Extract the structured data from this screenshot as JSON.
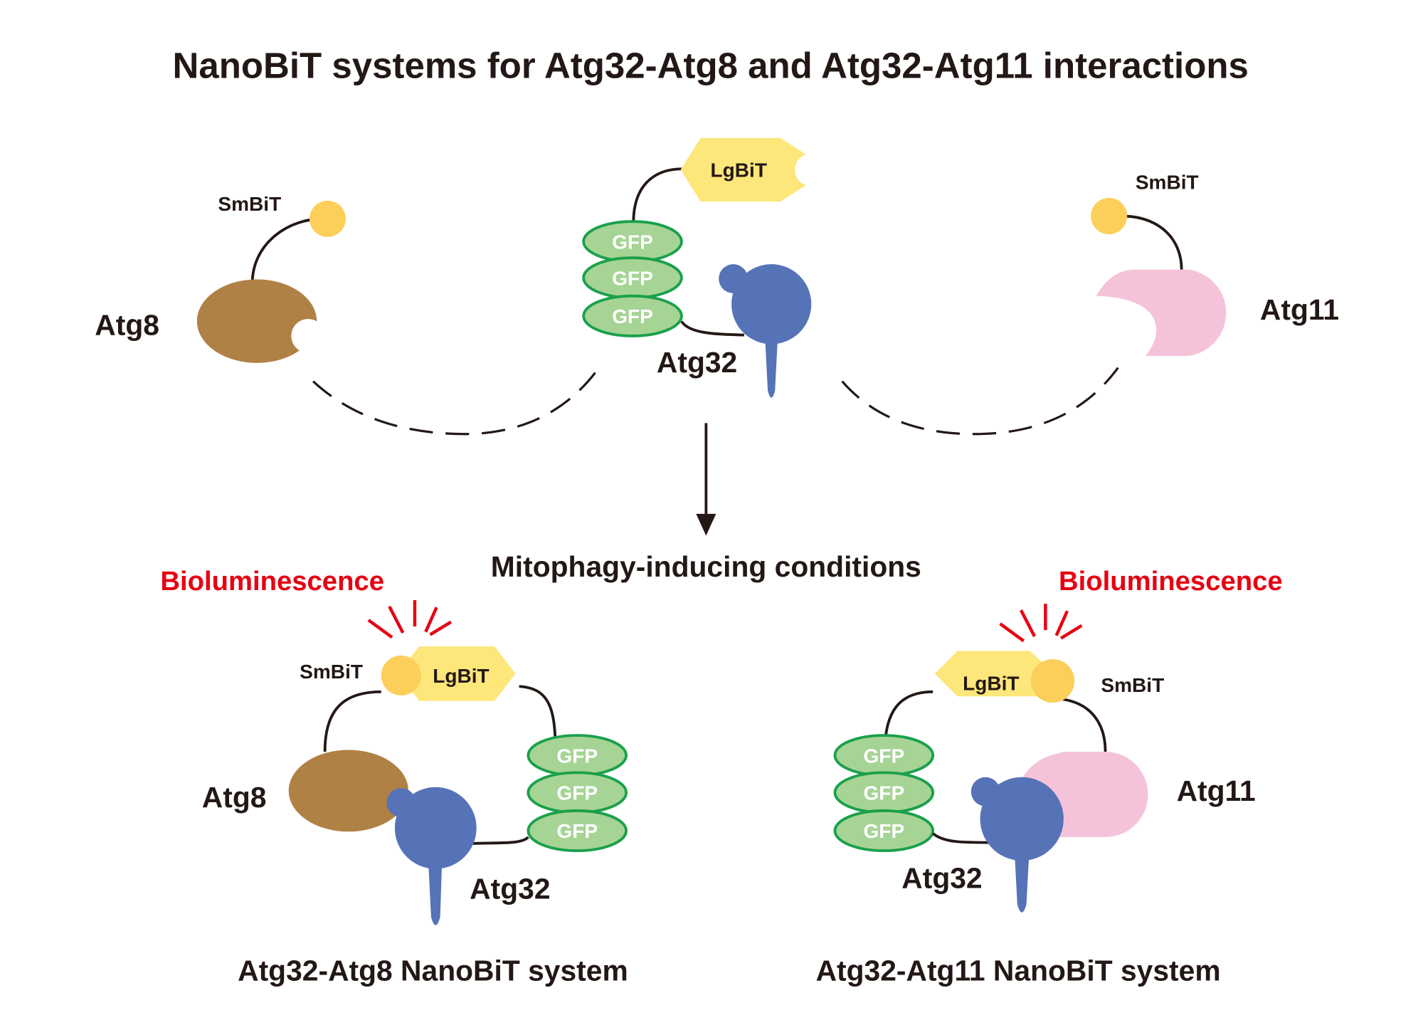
{
  "title": "NanoBiT systems for Atg32-Atg8 and Atg32-Atg11 interactions",
  "colors": {
    "atg8": "#b08144",
    "atg11": "#f5c3d9",
    "atg32": "#5673b8",
    "lgbit": "#fde67a",
    "smbit": "#fbcf5a",
    "gfp_fill": "#a6d495",
    "gfp_stroke": "#1aa04b",
    "bioluminescence": "#e60012",
    "text": "#231815"
  },
  "top": {
    "atg8": {
      "label": "Atg8",
      "tag": "SmBiT"
    },
    "atg32": {
      "label": "Atg32",
      "tag": "LgBiT",
      "gfp": [
        "GFP",
        "GFP",
        "GFP"
      ]
    },
    "atg11": {
      "label": "Atg11",
      "tag": "SmBiT"
    }
  },
  "condition": "Mitophagy-inducing conditions",
  "bottom_left": {
    "signal": "Bioluminescence",
    "smbit": "SmBiT",
    "lgbit": "LgBiT",
    "gfp": [
      "GFP",
      "GFP",
      "GFP"
    ],
    "partner": "Atg8",
    "receptor": "Atg32",
    "caption": "Atg32-Atg8 NanoBiT system"
  },
  "bottom_right": {
    "signal": "Bioluminescence",
    "smbit": "SmBiT",
    "lgbit": "LgBiT",
    "gfp": [
      "GFP",
      "GFP",
      "GFP"
    ],
    "partner": "Atg11",
    "receptor": "Atg32",
    "caption": "Atg32-Atg11 NanoBiT system"
  }
}
